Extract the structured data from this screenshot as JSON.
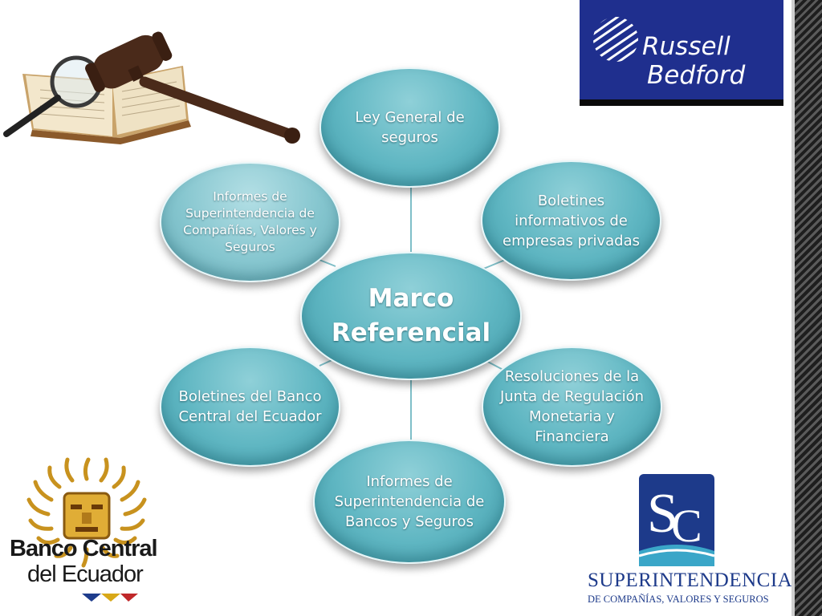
{
  "diagram": {
    "center": "Marco Referencial",
    "nodes": [
      {
        "id": "ley",
        "label": "Ley General de seguros"
      },
      {
        "id": "boletines-privadas",
        "label": "Boletines informativos de empresas privadas"
      },
      {
        "id": "resoluciones",
        "label": "Resoluciones de la Junta de Regulación Monetaria y Financiera"
      },
      {
        "id": "informes-bancos",
        "label": "Informes de Superintendencia de Bancos y Seguros"
      },
      {
        "id": "boletines-bce",
        "label": "Boletines del Banco Central del Ecuador"
      },
      {
        "id": "informes-companias",
        "label": "Informes de Superintendencia de Compañías, Valores y Seguros"
      }
    ]
  },
  "logos": {
    "russell_bedford": {
      "line1": "Russell",
      "line2": "Bedford",
      "color": "#1f2f8e"
    },
    "banco_central": {
      "line1": "Banco Central",
      "line2": "del Ecuador"
    },
    "superintendencia": {
      "line1": "SUPERINTENDENCIA",
      "line2": "DE COMPAÑÍAS, VALORES Y SEGUROS",
      "color": "#1d3a8a"
    }
  },
  "colors": {
    "bubble": "#5fb6c2",
    "bubble_light": "#86c6cf",
    "connector": "#7fbfc8"
  }
}
